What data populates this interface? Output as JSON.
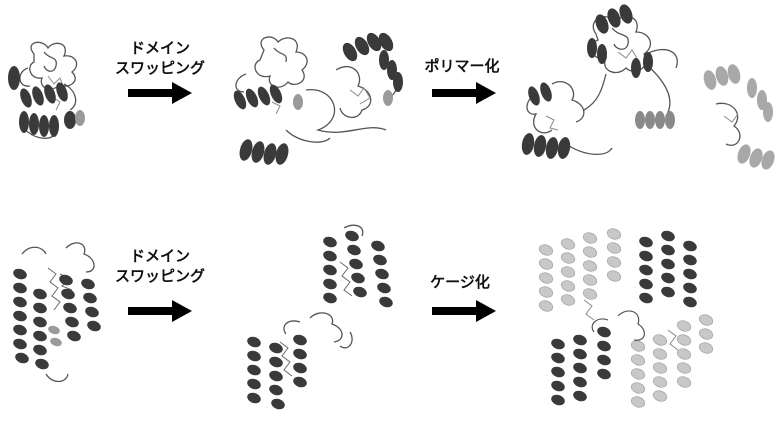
{
  "rows": [
    {
      "step1_label_line1": "ドメイン",
      "step1_label_line2": "スワッピング",
      "step2_label": "ポリマー化"
    },
    {
      "step1_label_line1": "ドメイン",
      "step1_label_line2": "スワッピング",
      "step2_label": "ケージ化"
    }
  ],
  "colors": {
    "dark_helix": "#3a3a3a",
    "mid_helix": "#777777",
    "light_helix": "#bdbdbd",
    "arrow": "#000000"
  }
}
